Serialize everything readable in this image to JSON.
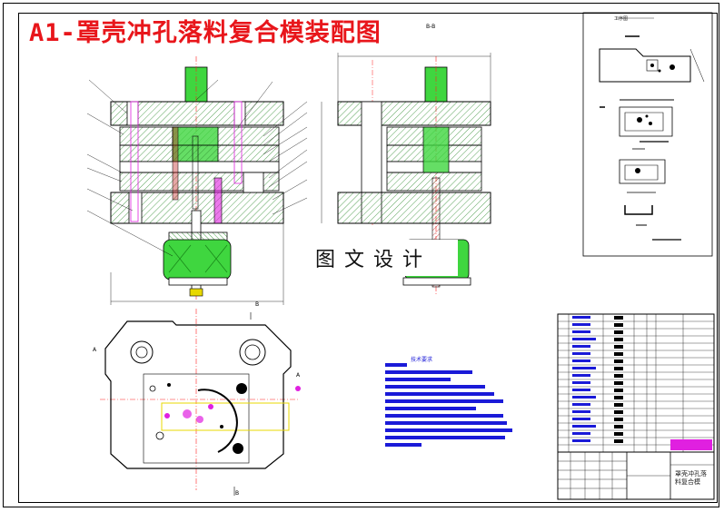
{
  "drawing": {
    "title": "A1-罩壳冲孔落料复合模装配图",
    "watermark": "图文设计",
    "workpiece_caption": "工序图",
    "section_label_top": "B-B",
    "section_marker_b1": "B",
    "section_marker_b2": "B",
    "section_marker_a1": "A",
    "section_marker_a2": "A",
    "tech_requirements_title": "技术要求",
    "titleblock_name": "罩壳冲孔落料复合模"
  },
  "colors": {
    "title": "#e8161b",
    "line": "#000000",
    "green_part": "#3fd63f",
    "magenta": "#e020e0",
    "blue_text": "#1a1ad8",
    "hatch": "#2e8b2e",
    "yellow": "#e8d800",
    "red_center": "#ff2020"
  }
}
